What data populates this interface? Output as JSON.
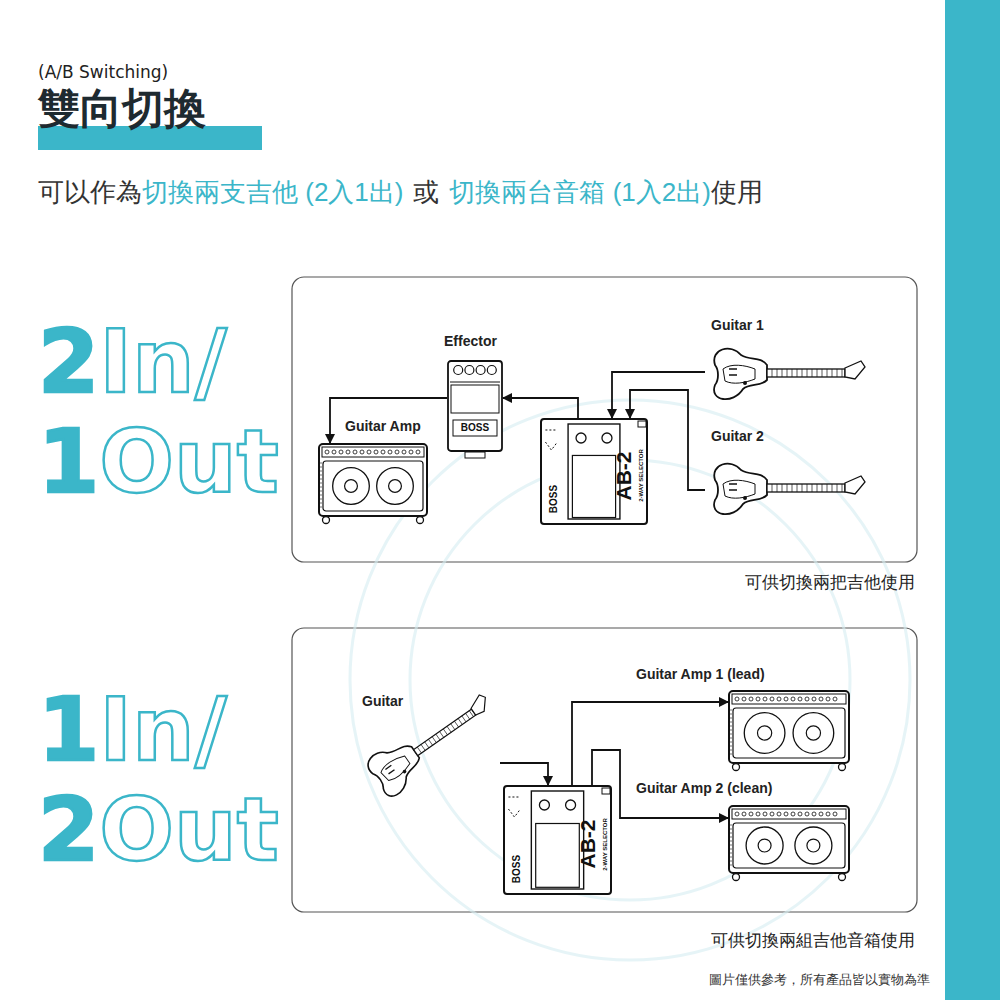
{
  "diagram": {
    "title": "雙向切換",
    "nodes": [
      {
        "text": [
          "Effector",
          "BOSS"
        ]
      },
      {
        "text": [
          "Guitar Amp"
        ]
      },
      {
        "text": [
          "BOSS",
          "AB-2",
          "2-WAY SELECTOR"
        ]
      },
      {
        "text": [
          "Guitar 1"
        ]
      },
      {
        "text": [
          "Guitar 2"
        ]
      },
      {
        "text": [
          "Guitar"
        ]
      },
      {
        "text": [
          "BOSS",
          "AB-2",
          "2-WAY SELECTOR"
        ]
      },
      {
        "text": [
          "Guitar Amp 1 (lead)"
        ]
      },
      {
        "text": [
          "Guitar Amp 2 (clean)"
        ]
      }
    ],
    "edges": [
      {
        "from": 3,
        "to": 2,
        "arrow": "to"
      },
      {
        "from": 4,
        "to": 2,
        "arrow": "to"
      },
      {
        "from": 2,
        "to": 0,
        "arrow": "to"
      },
      {
        "from": 0,
        "to": 1,
        "arrow": "to"
      },
      {
        "from": 5,
        "to": 6,
        "arrow": "to"
      },
      {
        "from": 6,
        "to": 7,
        "arrow": "to"
      },
      {
        "from": 6,
        "to": 8,
        "arrow": "to"
      }
    ],
    "labels": [
      "(A/B Switching)",
      "可以作為",
      "切換兩支吉他 (2入1出)",
      "或",
      "切換兩台音箱 (1入2出)",
      "使用",
      "2In/",
      "1Out",
      "可供切換兩把吉他使用",
      "1In/",
      "2Out",
      "可供切換兩組吉他音箱使用",
      "圖片僅供參考，所有產品皆以實物為準"
    ]
  }
}
